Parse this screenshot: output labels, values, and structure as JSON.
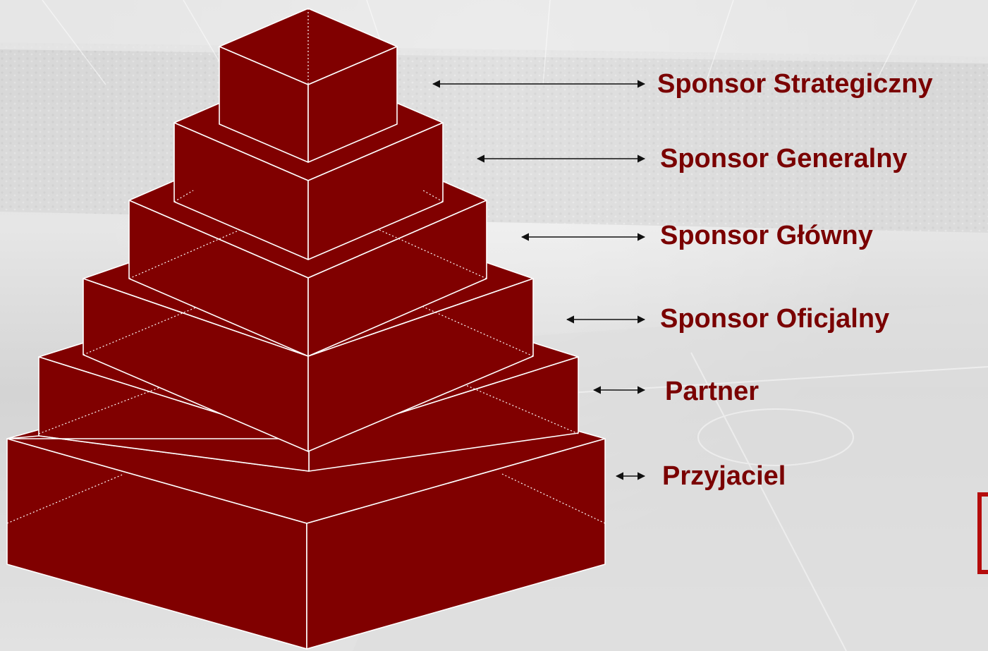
{
  "colors": {
    "block_fill": "#800000",
    "edge": "#ffffff",
    "label": "#7a0000",
    "shadow": "#b4b8e0",
    "accent": "#b50c0c"
  },
  "tiers": [
    {
      "label": "Sponsor Strategiczny"
    },
    {
      "label": "Sponsor Generalny"
    },
    {
      "label": "Sponsor Główny"
    },
    {
      "label": "Sponsor Oficjalny"
    },
    {
      "label": "Partner"
    },
    {
      "label": "Przyjaciel"
    }
  ]
}
